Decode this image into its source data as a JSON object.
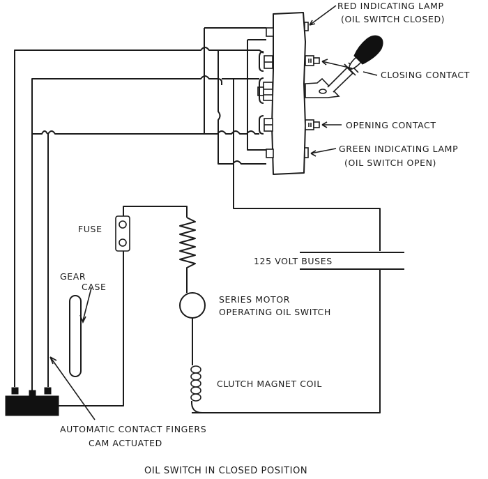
{
  "diagram": {
    "title": "OIL SWITCH IN CLOSED POSITION",
    "labels": {
      "red_lamp_line1": "RED INDICATING LAMP",
      "red_lamp_line2": "(OIL SWITCH CLOSED)",
      "closing_contact": "CLOSING CONTACT",
      "opening_contact": "OPENING CONTACT",
      "green_lamp_line1": "GREEN INDICATING LAMP",
      "green_lamp_line2": "(OIL SWITCH OPEN)",
      "fuse": "FUSE",
      "gear_case_line1": "GEAR",
      "gear_case_line2": "CASE",
      "buses": "125 VOLT BUSES",
      "motor_line1": "SERIES MOTOR",
      "motor_line2": "OPERATING OIL SWITCH",
      "clutch_coil": "CLUTCH MAGNET COIL",
      "fingers_line1": "AUTOMATIC CONTACT FINGERS",
      "fingers_line2": "CAM ACTUATED"
    },
    "colors": {
      "ink": "#1a1a1a",
      "paper": "#ffffff"
    }
  }
}
